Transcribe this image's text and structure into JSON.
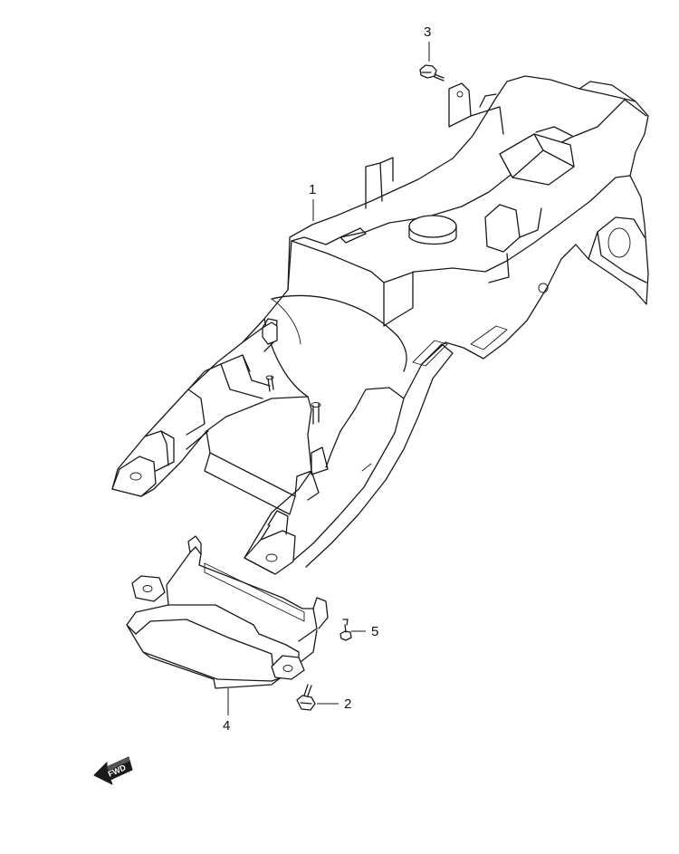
{
  "callouts": [
    {
      "id": "1",
      "text": "1"
    },
    {
      "id": "2",
      "text": "2"
    },
    {
      "id": "3",
      "text": "3"
    },
    {
      "id": "4",
      "text": "4"
    },
    {
      "id": "5",
      "text": "5"
    }
  ],
  "direction_arrow": {
    "text": "FWD",
    "icon": "fwd-arrow-icon"
  },
  "colors": {
    "line": "#1a1a1a",
    "background": "#ffffff"
  }
}
